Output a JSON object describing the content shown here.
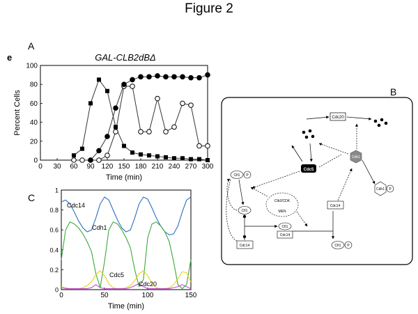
{
  "figure_title": "Figure 2",
  "panel_labels": {
    "a": "A",
    "b": "B",
    "c": "C"
  },
  "colors": {
    "cdc14": "#2b6fbf",
    "cdh1": "#39a83a",
    "cdc5": "#e6d21a",
    "cdc20": "#c24bd0",
    "clb2_gray": "#8a8a8a"
  },
  "chart_data": [
    {
      "type": "line",
      "panel": "A",
      "corner_label": "e",
      "title": "GAL-CLB2dBΔ",
      "xlabel": "Time (min)",
      "ylabel": "Percent Cells",
      "xlim": [
        0,
        300
      ],
      "ylim": [
        0,
        100
      ],
      "xticks": [
        "0",
        "30",
        "60",
        "90",
        "120",
        "150",
        "180",
        "210",
        "240",
        "270",
        "300"
      ],
      "yticks": [
        "0",
        "20",
        "40",
        "60",
        "80",
        "100"
      ],
      "grid": false,
      "series": [
        {
          "marker": "filled-square",
          "fill": "#000000",
          "x": [
            60,
            75,
            90,
            105,
            120,
            135,
            150,
            165,
            180,
            195,
            210,
            225,
            240,
            255,
            270,
            285,
            300
          ],
          "y": [
            5,
            12,
            60,
            85,
            73,
            35,
            15,
            8,
            6,
            5,
            4,
            3,
            2,
            2,
            1,
            1,
            0
          ]
        },
        {
          "marker": "open-circle",
          "fill": "#ffffff",
          "x": [
            60,
            75,
            90,
            105,
            120,
            135,
            150,
            165,
            180,
            195,
            210,
            225,
            240,
            255,
            270,
            285,
            300
          ],
          "y": [
            0,
            0,
            0,
            0,
            5,
            30,
            78,
            78,
            30,
            30,
            65,
            30,
            35,
            60,
            58,
            15,
            15
          ]
        },
        {
          "marker": "filled-circle",
          "fill": "#000000",
          "x": [
            90,
            105,
            120,
            135,
            150,
            165,
            180,
            195,
            210,
            225,
            240,
            255,
            270,
            285,
            300
          ],
          "y": [
            0,
            10,
            25,
            55,
            80,
            85,
            88,
            88,
            89,
            88,
            88,
            88,
            87,
            87,
            90
          ]
        }
      ]
    },
    {
      "type": "line",
      "panel": "C",
      "xlabel": "Time (min)",
      "ylabel": "",
      "xlim": [
        0,
        150
      ],
      "ylim": [
        0,
        1
      ],
      "xticks": [
        "0",
        "50",
        "100",
        "150"
      ],
      "yticks": [
        "0",
        "0.2",
        "0.4",
        "0.6",
        "0.8",
        "1"
      ],
      "grid": false,
      "series": [
        {
          "name": "Cdc14",
          "color": "#2b6fbf",
          "x": [
            0,
            5,
            10,
            15,
            20,
            25,
            30,
            35,
            40,
            45,
            50,
            55,
            60,
            65,
            70,
            75,
            80,
            85,
            90,
            95,
            100,
            105,
            110,
            115,
            120,
            125,
            130,
            135,
            140,
            145,
            150
          ],
          "y": [
            0.88,
            0.9,
            0.86,
            0.78,
            0.69,
            0.62,
            0.58,
            0.6,
            0.72,
            0.86,
            0.93,
            0.9,
            0.8,
            0.7,
            0.62,
            0.58,
            0.6,
            0.72,
            0.86,
            0.93,
            0.91,
            0.82,
            0.72,
            0.64,
            0.58,
            0.55,
            0.56,
            0.64,
            0.78,
            0.9,
            0.93
          ]
        },
        {
          "name": "Cdh1",
          "color": "#39a83a",
          "x": [
            0,
            5,
            10,
            15,
            20,
            25,
            30,
            35,
            40,
            45,
            50,
            55,
            60,
            65,
            70,
            75,
            80,
            85,
            90,
            95,
            100,
            105,
            110,
            115,
            120,
            125,
            130,
            135,
            140,
            145,
            150
          ],
          "y": [
            0.3,
            0.6,
            0.68,
            0.66,
            0.62,
            0.56,
            0.48,
            0.38,
            0.16,
            0.02,
            0.28,
            0.6,
            0.68,
            0.66,
            0.6,
            0.52,
            0.42,
            0.2,
            0.03,
            0.1,
            0.52,
            0.66,
            0.68,
            0.64,
            0.58,
            0.48,
            0.28,
            0.05,
            0.01,
            0.05,
            0.3
          ]
        },
        {
          "name": "Cdc5",
          "color": "#e6d21a",
          "x": [
            0,
            5,
            10,
            15,
            20,
            25,
            30,
            35,
            40,
            45,
            50,
            55,
            60,
            65,
            70,
            75,
            80,
            85,
            90,
            95,
            100,
            105,
            110,
            115,
            120,
            125,
            130,
            135,
            140,
            145,
            150
          ],
          "y": [
            0.03,
            0.02,
            0.01,
            0.01,
            0.01,
            0.02,
            0.04,
            0.08,
            0.15,
            0.19,
            0.14,
            0.06,
            0.02,
            0.01,
            0.01,
            0.02,
            0.04,
            0.09,
            0.16,
            0.19,
            0.14,
            0.06,
            0.02,
            0.01,
            0.01,
            0.02,
            0.05,
            0.11,
            0.18,
            0.17,
            0.08
          ]
        },
        {
          "name": "Cdc20",
          "color": "#c24bd0",
          "x": [
            0,
            5,
            10,
            15,
            20,
            25,
            30,
            35,
            40,
            45,
            50,
            55,
            60,
            65,
            70,
            75,
            80,
            85,
            90,
            95,
            100,
            105,
            110,
            115,
            120,
            125,
            130,
            135,
            140,
            145,
            150
          ],
          "y": [
            0.02,
            0.01,
            0.01,
            0.01,
            0.01,
            0.01,
            0.01,
            0.02,
            0.05,
            0.02,
            0.01,
            0.01,
            0.01,
            0.01,
            0.01,
            0.01,
            0.02,
            0.04,
            0.06,
            0.03,
            0.01,
            0.01,
            0.01,
            0.01,
            0.01,
            0.01,
            0.02,
            0.03,
            0.05,
            0.03,
            0.01
          ]
        }
      ]
    }
  ],
  "diagram": {
    "nodes": {
      "cdc20": "Cdc20",
      "cdc5": "Cdc5",
      "cdh1": "Cdh1",
      "cdh1_p": "Cdh1",
      "p_cdh1": "P",
      "cfi1_left": "Cfi1",
      "p_left": "P",
      "cfi1_mid": "Cfi1",
      "clb2": "Clb2/CDK",
      "men": "MEN",
      "cfi1_cdc14": "Cfi1",
      "cdc14_complex": "Cdc14",
      "cdc14_left": "Cdc14",
      "cdc14_right": "Cdc14",
      "cfi1_bottom": "Cfi1",
      "p_bottom": "P"
    }
  }
}
